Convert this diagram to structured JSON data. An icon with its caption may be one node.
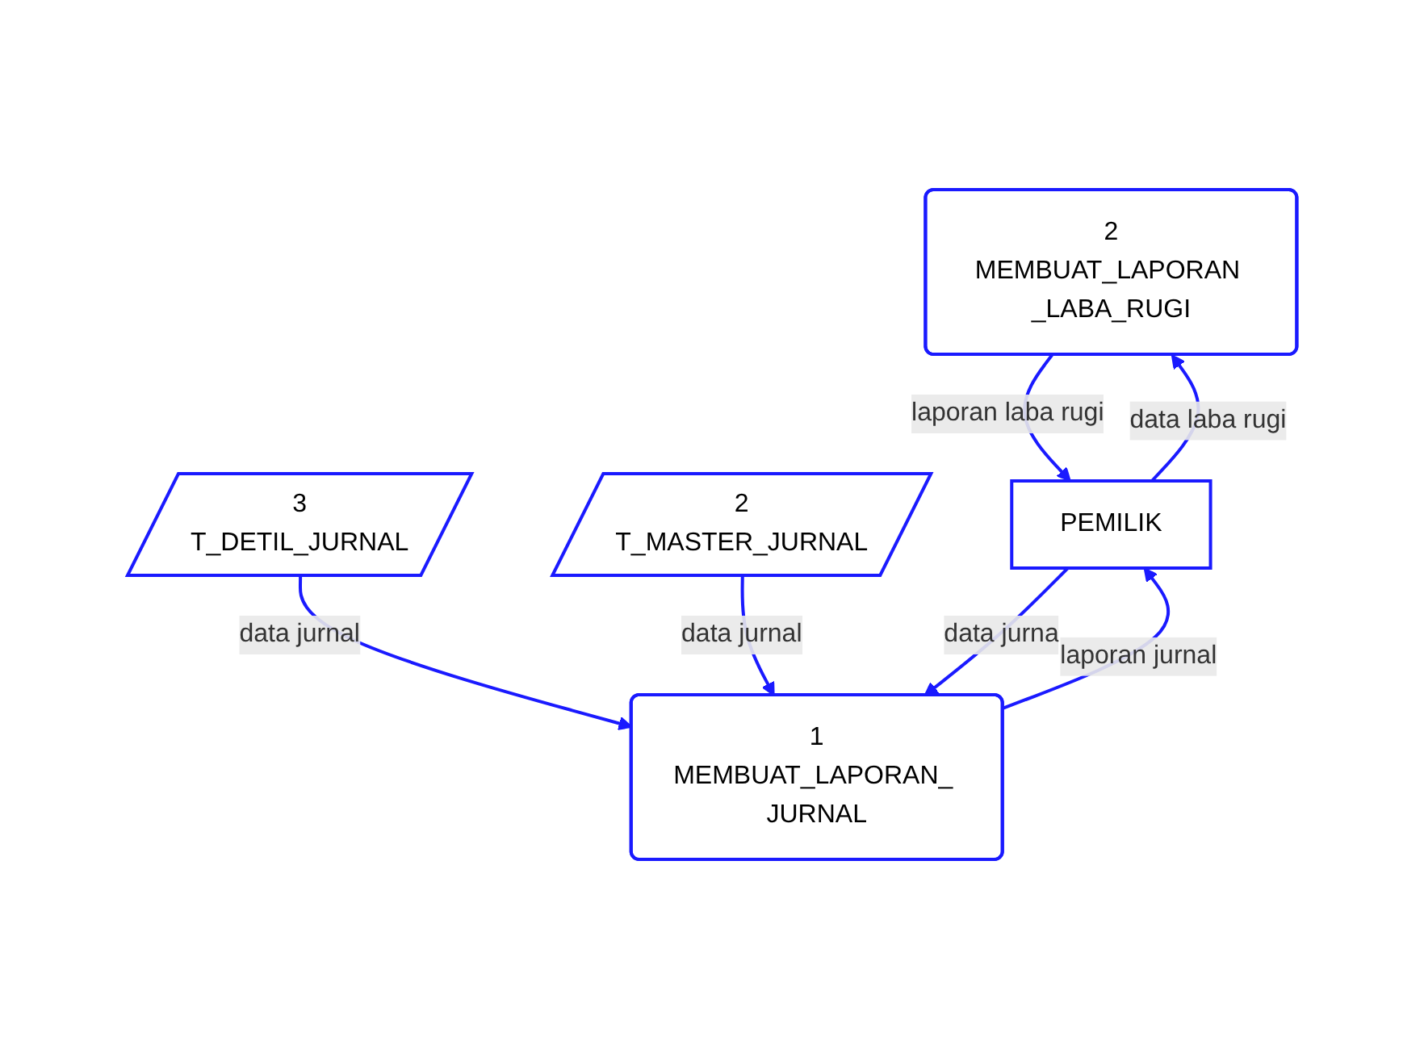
{
  "diagram": {
    "nodes": [
      {
        "text": [
          "2",
          "MEMBUAT_LAPORAN _LABA_RUGI"
        ]
      },
      {
        "text": [
          "PEMILIK"
        ]
      },
      {
        "text": [
          "3",
          "T_DETIL_JURNAL"
        ]
      },
      {
        "text": [
          "2",
          "T_MASTER_JURNAL"
        ]
      },
      {
        "text": [
          "1",
          "MEMBUAT_LAPORAN_ JURNAL"
        ]
      }
    ],
    "edges": [
      {
        "from": 0,
        "to": 1,
        "arrow": "to",
        "label": "laporan laba rugi"
      },
      {
        "from": 1,
        "to": 0,
        "arrow": "to",
        "label": "data laba rugi"
      },
      {
        "from": 2,
        "to": 4,
        "arrow": "to",
        "label": "data jurnal"
      },
      {
        "from": 3,
        "to": 4,
        "arrow": "to",
        "label": "data jurnal"
      },
      {
        "from": 1,
        "to": 4,
        "arrow": "to",
        "label": "data jurna"
      },
      {
        "from": 4,
        "to": 1,
        "arrow": "to",
        "label": "laporan jurnal"
      }
    ]
  }
}
